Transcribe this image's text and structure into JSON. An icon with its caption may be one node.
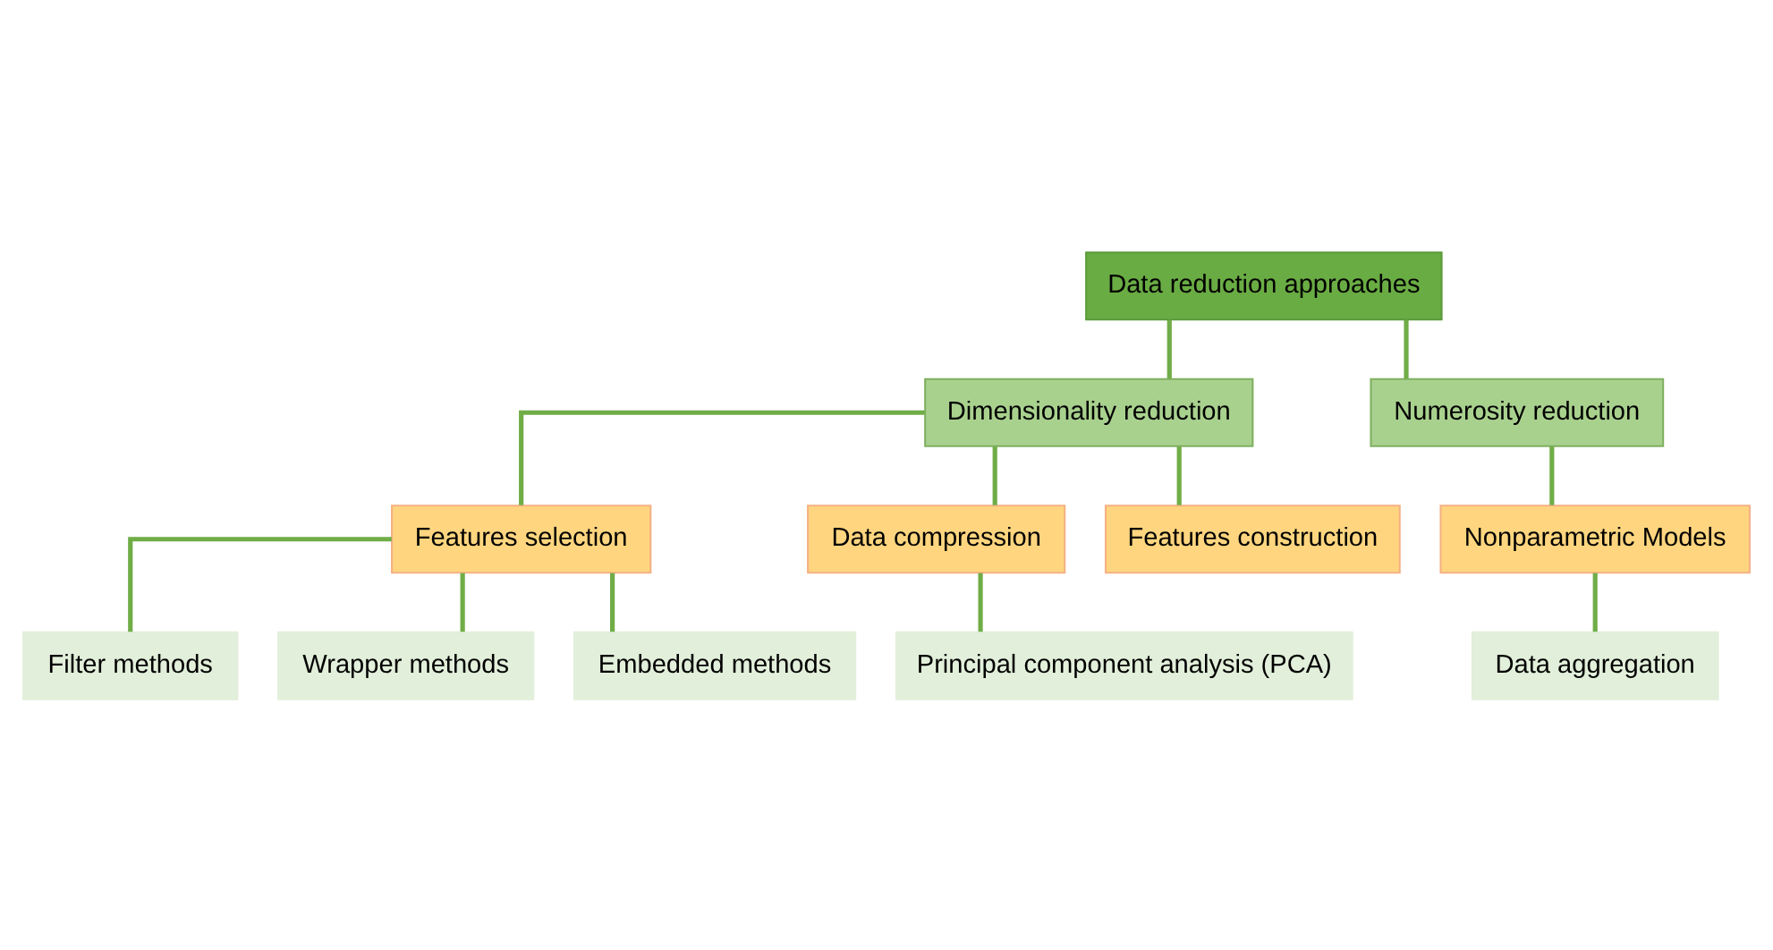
{
  "diagram": {
    "nodes": [
      {
        "text": [
          "Data reduction approaches"
        ]
      },
      {
        "text": [
          "Dimensionality reduction"
        ]
      },
      {
        "text": [
          "Numerosity reduction"
        ]
      },
      {
        "text": [
          "Features selection"
        ]
      },
      {
        "text": [
          "Data compression"
        ]
      },
      {
        "text": [
          "Features construction"
        ]
      },
      {
        "text": [
          "Nonparametric Models"
        ]
      },
      {
        "text": [
          "Filter methods"
        ]
      },
      {
        "text": [
          "Wrapper methods"
        ]
      },
      {
        "text": [
          "Embedded methods"
        ]
      },
      {
        "text": [
          "Principal component analysis (PCA)"
        ]
      },
      {
        "text": [
          "Data aggregation"
        ]
      }
    ],
    "edges": [
      {
        "from": 0,
        "to": 1,
        "arrow": "none"
      },
      {
        "from": 0,
        "to": 2,
        "arrow": "none"
      },
      {
        "from": 1,
        "to": 3,
        "arrow": "none"
      },
      {
        "from": 1,
        "to": 4,
        "arrow": "none"
      },
      {
        "from": 1,
        "to": 5,
        "arrow": "none"
      },
      {
        "from": 2,
        "to": 6,
        "arrow": "none"
      },
      {
        "from": 3,
        "to": 7,
        "arrow": "none"
      },
      {
        "from": 3,
        "to": 8,
        "arrow": "none"
      },
      {
        "from": 3,
        "to": 9,
        "arrow": "none"
      },
      {
        "from": 4,
        "to": 10,
        "arrow": "none"
      },
      {
        "from": 6,
        "to": 11,
        "arrow": "none"
      }
    ]
  }
}
